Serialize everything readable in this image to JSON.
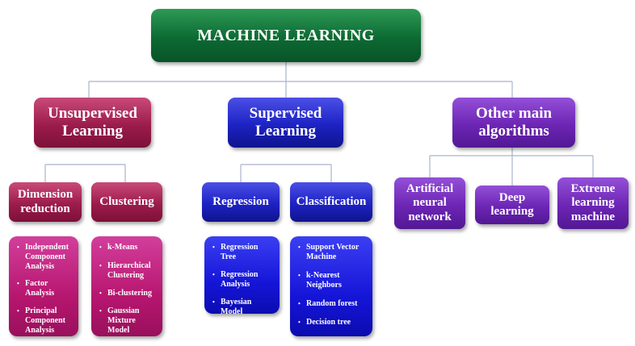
{
  "root": {
    "title": "MACHINE LEARNING"
  },
  "unsupervised": {
    "title": "Unsupervised\nLearning",
    "dimension": {
      "title": "Dimension\nreduction",
      "items": [
        "Independent Component Analysis",
        "Factor Analysis",
        "Principal Component Analysis"
      ]
    },
    "clustering": {
      "title": "Clustering",
      "items": [
        "k-Means",
        "Hierarchical Clustering",
        "Bi-clustering",
        "Gaussian Mixture Model"
      ]
    }
  },
  "supervised": {
    "title": "Supervised\nLearning",
    "regression": {
      "title": "Regression",
      "items": [
        "Regression Tree",
        "Regression Analysis",
        "Bayesian Model"
      ]
    },
    "classification": {
      "title": "Classification",
      "items": [
        "Support Vector Machine",
        "k-Nearest Neighbors",
        "Random forest",
        "Decision tree"
      ]
    }
  },
  "other": {
    "title": "Other main\nalgorithms",
    "items": [
      "Artificial\nneural\nnetwork",
      "Deep\nlearning",
      "Extreme\nlearning\nmachine"
    ]
  },
  "colors": {
    "root": "#0c6a33",
    "unsupervised": "#9c1c4b",
    "supervised": "#1d22c4",
    "other": "#6c25b4",
    "connector": "#a8b4cc"
  },
  "bullet_glyph": "•"
}
